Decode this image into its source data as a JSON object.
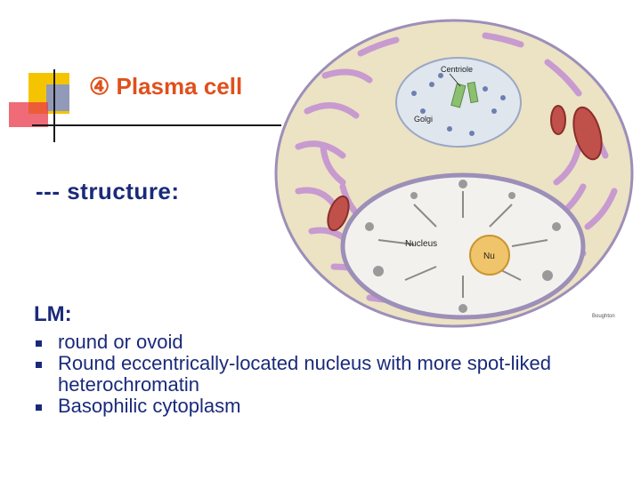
{
  "slide": {
    "title": "④ Plasma cell",
    "heading": "--- structure:",
    "lm_label": "LM:",
    "bullets": [
      "round or ovoid",
      "Round eccentrically-located nucleus with more spot-liked heterochromatin",
      "Basophilic cytoplasm"
    ]
  },
  "figure": {
    "labels": {
      "centriole": "Centriole",
      "golgi": "Golgi",
      "nucleus": "Nucleus",
      "nucleolus": "Nu"
    },
    "signature": "Boughton"
  },
  "colors": {
    "title": "#e0501c",
    "text": "#1a2a7a",
    "deco_yellow": "#f5c400",
    "deco_red": "#e83a4a",
    "deco_blue": "#6a7fd0"
  }
}
